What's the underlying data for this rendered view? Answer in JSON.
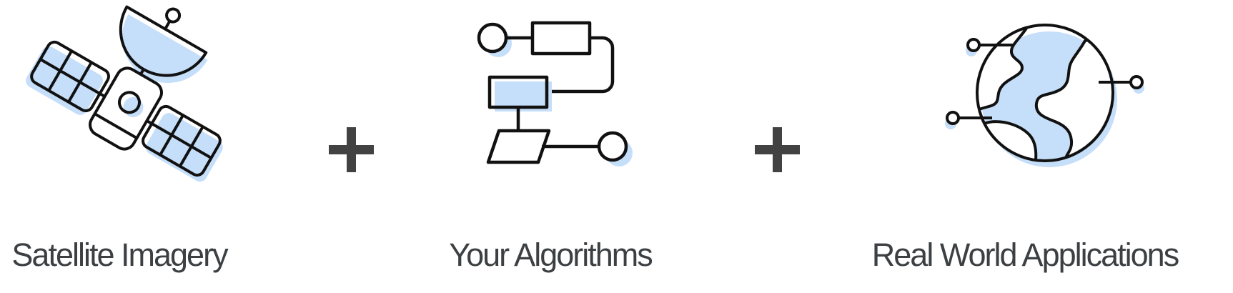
{
  "page": {
    "type": "promo-banner",
    "background": "#ffffff"
  },
  "colors": {
    "line": "#111111",
    "blue": "#c5def9",
    "text": "#3c4043",
    "plus": "#424242",
    "bg": "#ffffff"
  },
  "columns": [
    {
      "icon": "satellite-icon",
      "label": "Satellite Imagery"
    },
    {
      "icon": "flowchart-icon",
      "label": "Your Algorithms"
    },
    {
      "icon": "globe-icon",
      "label": "Real World Applications"
    }
  ],
  "separators": [
    {
      "icon": "plus-icon",
      "symbol": "+"
    },
    {
      "icon": "plus-icon",
      "symbol": "+"
    }
  ]
}
